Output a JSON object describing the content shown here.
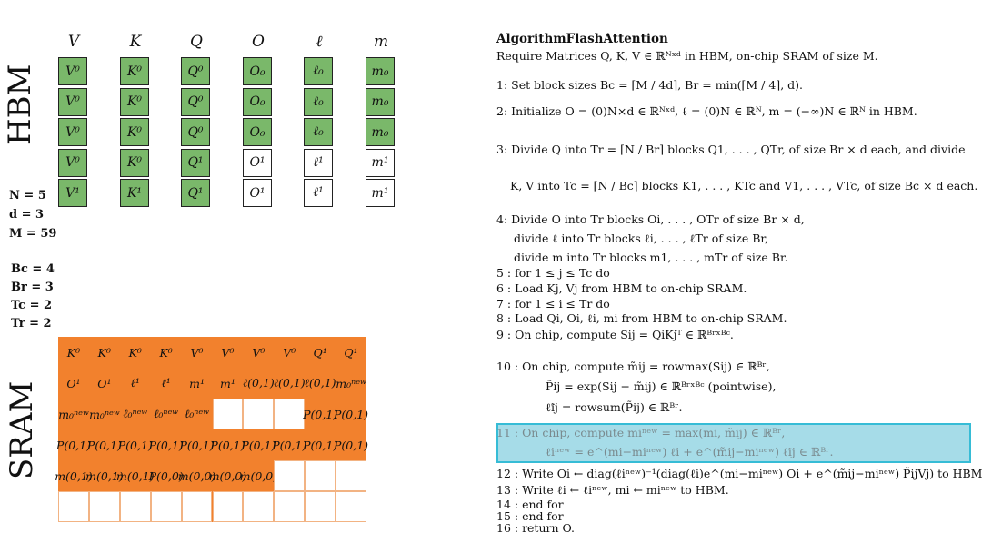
{
  "hbm": {
    "label": "HBM",
    "columns": [
      {
        "head": "V",
        "cells": [
          "V⁰",
          "V⁰",
          "V⁰",
          "V⁰",
          "V¹"
        ],
        "fill": [
          "g",
          "g",
          "g",
          "g",
          "g"
        ]
      },
      {
        "head": "K",
        "cells": [
          "K⁰",
          "K⁰",
          "K⁰",
          "K⁰",
          "K¹"
        ],
        "fill": [
          "g",
          "g",
          "g",
          "g",
          "g"
        ]
      },
      {
        "head": "Q",
        "cells": [
          "Q⁰",
          "Q⁰",
          "Q⁰",
          "Q¹",
          "Q¹"
        ],
        "fill": [
          "g",
          "g",
          "g",
          "g",
          "g"
        ]
      },
      {
        "head": "O",
        "cells": [
          "O₀",
          "O₀",
          "O₀",
          "O¹",
          "O¹"
        ],
        "fill": [
          "g",
          "g",
          "g",
          "w",
          "w"
        ]
      },
      {
        "head": "ℓ",
        "cells": [
          "ℓ₀",
          "ℓ₀",
          "ℓ₀",
          "ℓ¹",
          "ℓ¹"
        ],
        "fill": [
          "g",
          "g",
          "g",
          "w",
          "w"
        ]
      },
      {
        "head": "m",
        "cells": [
          "m₀",
          "m₀",
          "m₀",
          "m¹",
          "m¹"
        ],
        "fill": [
          "g",
          "g",
          "g",
          "w",
          "w"
        ]
      }
    ]
  },
  "params": [
    "N = 5",
    "d = 3",
    "M = 59",
    "Bc = 4",
    "Br = 3",
    "Tc = 2",
    "Tr = 2"
  ],
  "sram": {
    "label": "SRAM",
    "rows": [
      [
        "K⁰",
        "K⁰",
        "K⁰",
        "K⁰",
        "V⁰",
        "V⁰",
        "V⁰",
        "V⁰",
        "Q¹",
        "Q¹"
      ],
      [
        "O¹",
        "O¹",
        "ℓ¹",
        "ℓ¹",
        "m¹",
        "m¹",
        "ℓ(0,1)",
        "ℓ(0,1)",
        "ℓ(0,1)",
        "m₀ⁿᵉʷ"
      ],
      [
        "m₀ⁿᵉʷ",
        "m₀ⁿᵉʷ",
        "ℓ₀ⁿᵉʷ",
        "ℓ₀ⁿᵉʷ",
        "ℓ₀ⁿᵉʷ",
        "",
        "",
        "",
        "P(0,1)",
        "P(0,1)"
      ],
      [
        "P(0,1)",
        "P(0,1)",
        "P(0,1)",
        "P(0,1)",
        "P(0,1)",
        "P(0,1)",
        "P(0,1)",
        "P(0,1)",
        "P(0,1)",
        "P(0,1)"
      ],
      [
        "m(0,1)",
        "m(0,1)",
        "m(0,1)",
        "P(0,0)",
        "m(0,0)",
        "m(0,0)",
        "m(0,0)",
        "",
        "",
        ""
      ],
      [
        "",
        "",
        "",
        "",
        "",
        "",
        "",
        "",
        "",
        ""
      ]
    ],
    "white": [
      [
        2,
        5
      ],
      [
        2,
        6
      ],
      [
        2,
        7
      ],
      [
        4,
        7
      ],
      [
        4,
        8
      ],
      [
        4,
        9
      ],
      [
        5,
        0
      ],
      [
        5,
        1
      ],
      [
        5,
        2
      ],
      [
        5,
        3
      ],
      [
        5,
        4
      ],
      [
        5,
        5
      ],
      [
        5,
        6
      ],
      [
        5,
        7
      ],
      [
        5,
        8
      ],
      [
        5,
        9
      ]
    ]
  },
  "algorithm": {
    "title": "AlgorithmFlashAttention",
    "lines": [
      "Require Matrices Q, K, V ∈ ℝᴺˣᵈ in HBM, on-chip SRAM of size M.",
      "1: Set block sizes Bc = ⌈M / 4d⌉, Br = min(⌈M / 4⌉, d).",
      "2: Initialize O = (0)N×d ∈ ℝᴺˣᵈ, ℓ = (0)N ∈ ℝᴺ, m = (−∞)N ∈ ℝᴺ in HBM.",
      "3: Divide Q into Tr = ⌈N / Br⌉ blocks Q1, . . . , QTr, of size Br × d each, and divide",
      "K, V into Tc = ⌈N / Bc⌉ blocks K1, . . . , KTc and V1, . . . , VTc, of size Bc × d each.",
      "4: Divide O into Tr blocks Oi, . . . , OTr of size Br × d,",
      "divide ℓ into Tr blocks ℓi, . . . , ℓTr of size Br,",
      "divide m into Tr blocks m1, . . . , mTr of size Br.",
      "5 : for 1 ≤ j ≤ Tc do",
      "6 :    Load Kj, Vj from HBM to on-chip SRAM.",
      "7 :    for 1 ≤ i ≤ Tr do",
      "8 :       Load Qi, Oi, ℓi, mi from HBM to on-chip SRAM.",
      "9 :       On chip, compute Sij = QiKjᵀ ∈ ℝᴮʳˣᴮᶜ.",
      "10 :       On chip, compute m̃ij = rowmax(Sij) ∈ ℝᴮʳ,",
      "P̃ij = exp(Sij − m̃ij) ∈ ℝᴮʳˣᴮᶜ (pointwise),",
      "ℓ̃ij = rowsum(P̃ij) ∈ ℝᴮʳ.",
      "11 :       On chip, compute miⁿᵉʷ = max(mi, m̃ij) ∈ ℝᴮʳ,",
      "ℓiⁿᵉʷ = e^(mi−miⁿᵉʷ) ℓi + e^(m̃ij−miⁿᵉʷ) ℓ̃ij ∈ ℝᴮʳ.",
      "12 :       Write Oi ← diag(ℓiⁿᵉʷ)⁻¹(diag(ℓi)e^(mi−miⁿᵉʷ) Oi + e^(m̃ij−miⁿᵉʷ) P̃ijVj) to HBM.",
      "13 :       Write ℓi ← ℓiⁿᵉʷ, mi ← miⁿᵉʷ to HBM.",
      "14 :    end for",
      "15 : end for",
      "16 : return O."
    ]
  },
  "colors": {
    "hbm_fill": "#7ab86a",
    "sram_fill": "#f2812d",
    "highlight_fill": "#a6dce8",
    "highlight_border": "#36bcd6"
  }
}
